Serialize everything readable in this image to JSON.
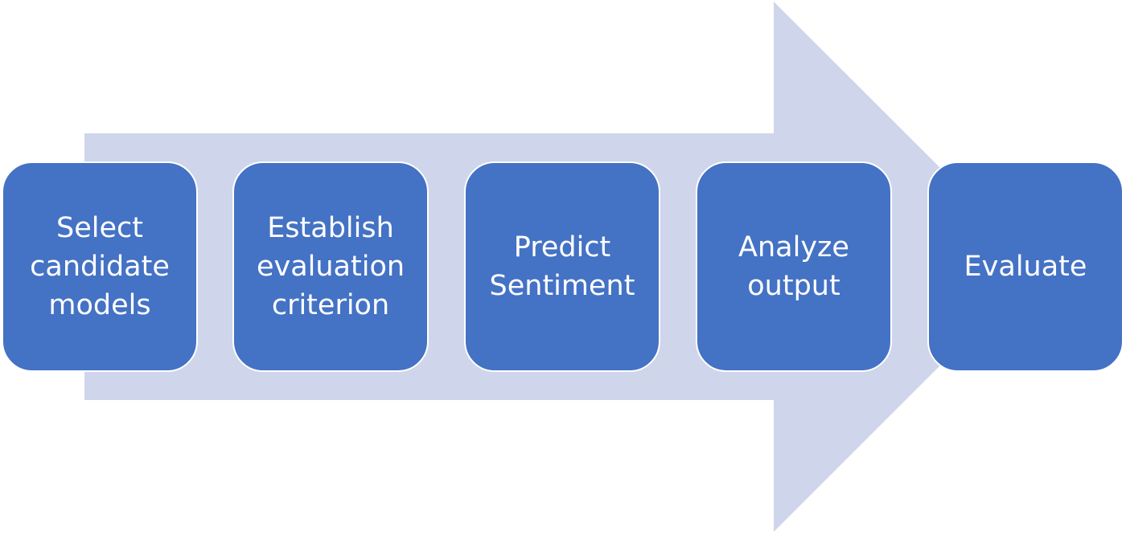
{
  "colors": {
    "arrow_fill": "#cfd5ea",
    "box_fill": "#4472c4",
    "box_text": "#ffffff"
  },
  "steps": [
    {
      "label": "Select\ncandidate\nmodels"
    },
    {
      "label": "Establish\nevaluation\ncriterion"
    },
    {
      "label": "Predict\nSentiment"
    },
    {
      "label": "Analyze\noutput"
    },
    {
      "label": "Evaluate"
    }
  ]
}
